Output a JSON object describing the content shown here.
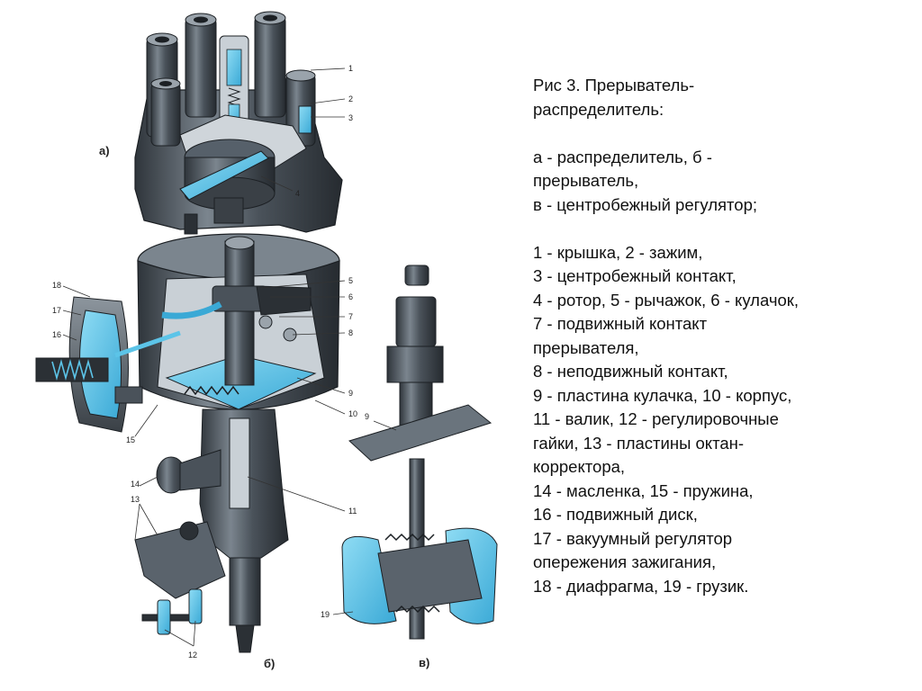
{
  "caption": {
    "title_lines": [
      "Рис 3. Прерыватель-",
      "распределитель:"
    ],
    "parts_lines": [
      "а - распределитель, б -",
      "прерыватель,",
      "в - центробежный регулятор;"
    ],
    "legend_lines": [
      "1 - крышка, 2 - зажим,",
      "3 - центробежный контакт,",
      "4 - ротор, 5 - рычажок, 6 - кулачок,",
      "7 - подвижный контакт",
      "прерывателя,",
      "8 - неподвижный контакт,",
      "9 - пластина кулачка, 10 - корпус,",
      "11 - валик, 12 - регулировочные",
      "гайки, 13 - пластины октан-",
      "корректора,",
      "14 - масленка, 15 - пружина,",
      "16 - подвижный диск,",
      "17 - вакуумный регулятор",
      "опережения зажигания,",
      "18 - диафрагма, 19 - грузик."
    ]
  },
  "figure": {
    "section_labels": {
      "a": "а)",
      "b": "б)",
      "v": "в)"
    },
    "callouts": {
      "n1": "1",
      "n2": "2",
      "n3": "3",
      "n4": "4",
      "n5": "5",
      "n6": "6",
      "n7": "7",
      "n8": "8",
      "n9": "9",
      "n10": "10",
      "n11": "11",
      "n12": "12",
      "n13": "13",
      "n14": "14",
      "n15": "15",
      "n16": "16",
      "n17": "17",
      "n18": "18",
      "n19": "19",
      "n9b": "9"
    }
  },
  "colors": {
    "metal_dark": "#3e454c",
    "metal_mid": "#66707a",
    "metal_light": "#aab3bb",
    "accent_blue": "#5cc4e8"
  }
}
